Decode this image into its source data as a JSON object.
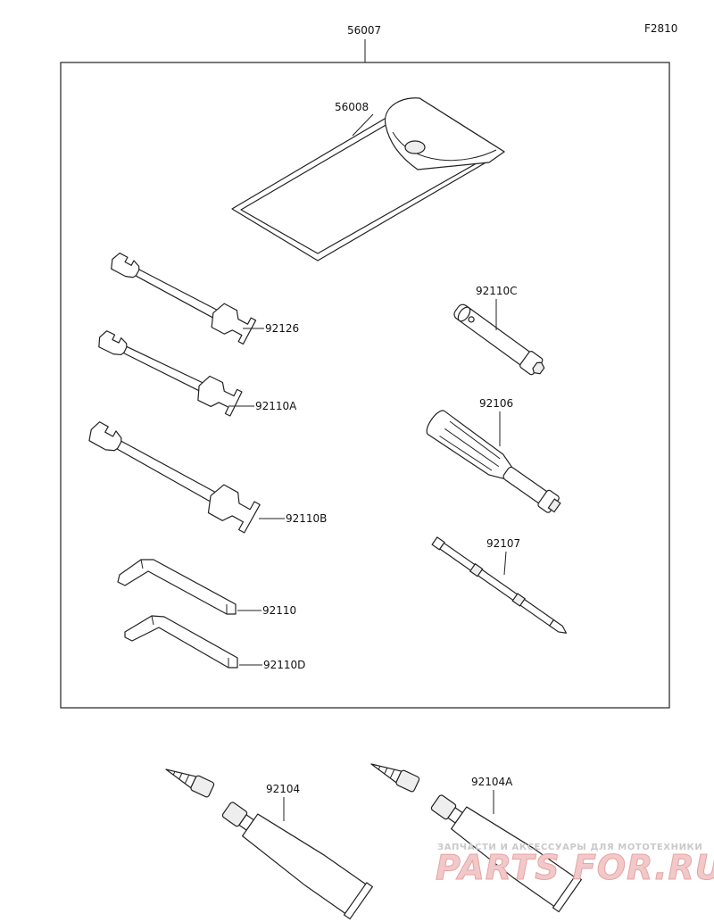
{
  "figure_code": "F2810",
  "kit": {
    "part_number": "56007"
  },
  "parts": {
    "tool_bag": "56008",
    "spanner_1": "92126",
    "spanner_2": "92110A",
    "spanner_3": "92110B",
    "hex_key_1": "92110",
    "hex_key_2": "92110D",
    "plug_wrench": "92110C",
    "handle": "92106",
    "screwdriver": "92107",
    "tube_1": "92104",
    "tube_2": "92104A"
  },
  "watermark": {
    "tagline": "ЗАПЧАСТИ И АКСЕССУАРЫ ДЛЯ МОТОТЕХНИКИ",
    "brand": "PARTS FOR.RU"
  }
}
